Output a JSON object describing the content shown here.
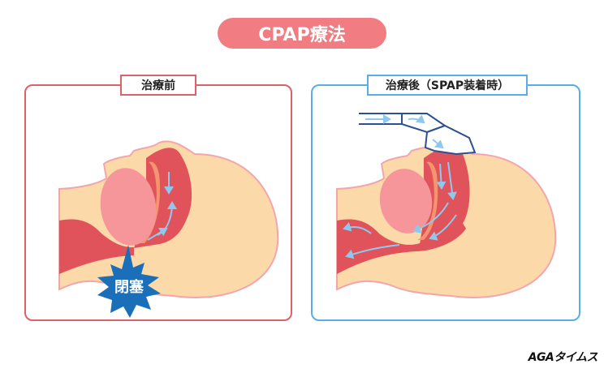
{
  "title": "CPAP療法",
  "panels": {
    "before": {
      "label": "治療前",
      "callout": "閉塞"
    },
    "after": {
      "label": "治療後（SPAP装着時）"
    }
  },
  "logo": "AGAタイムス",
  "colors": {
    "pill": "#f17c82",
    "before_border": "#dd6168",
    "after_border": "#5aaee8",
    "skin": "#fbd9a8",
    "airway": "#e0535a",
    "tongue": "#f6969a",
    "callout": "#1a6fb8",
    "arrow": "#8ec8ee",
    "mask": "#2d4f93"
  }
}
